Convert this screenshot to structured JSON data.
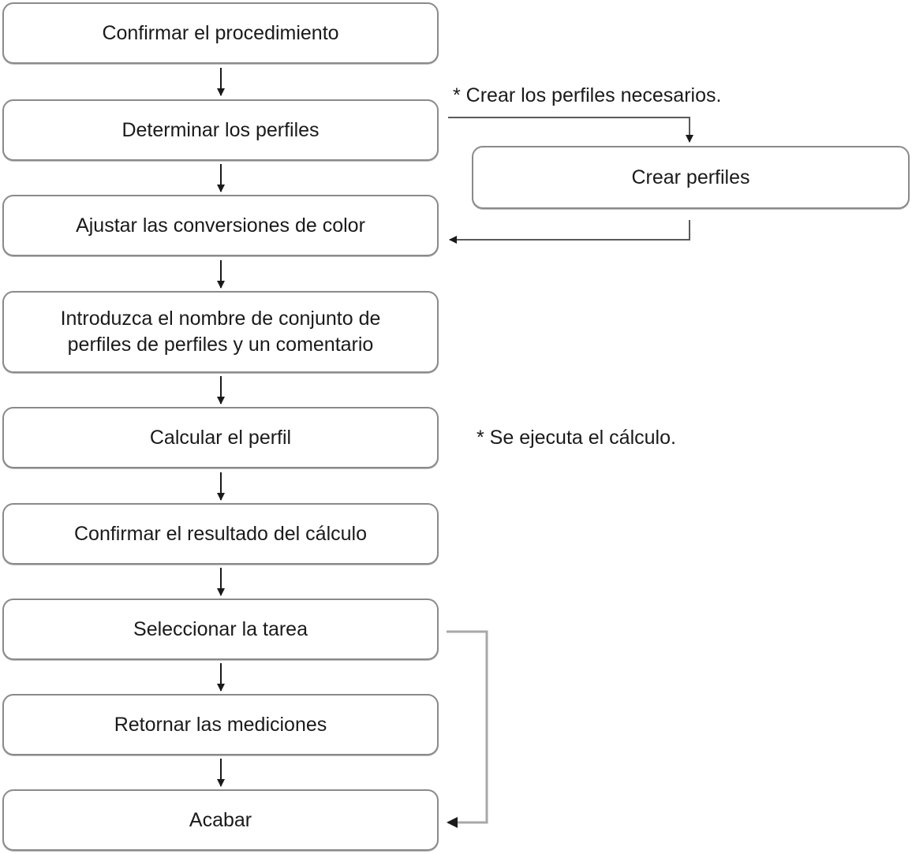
{
  "steps": [
    "Confirmar el procedimiento",
    "Determinar los perfiles",
    "Ajustar las conversiones de color",
    "Introduzca el nombre de conjunto de perfiles de perfiles y un comentario",
    "Calcular el perfil",
    "Confirmar el resultado del cálculo",
    "Seleccionar la tarea",
    "Retornar las mediciones",
    "Acabar"
  ],
  "side_step": "Crear perfiles",
  "notes": {
    "create_profiles": "* Crear los perfiles necesarios.",
    "calculation": "* Se ejecuta el cálculo."
  },
  "colors": {
    "box_border": "#8a8a8a",
    "arrow": "#1a1a1a",
    "branch_line": "#a8a8a8"
  }
}
